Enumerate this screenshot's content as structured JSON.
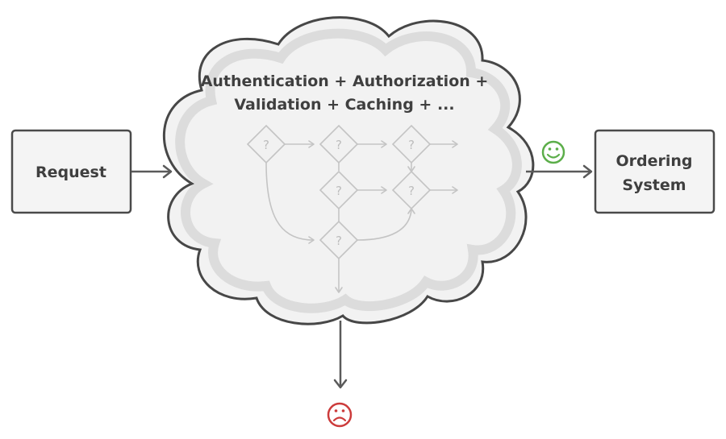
{
  "request_box": {
    "label": "Request"
  },
  "ordering_box": {
    "label_lines": [
      "Ordering",
      "System"
    ]
  },
  "cloud": {
    "title_lines": [
      "Authentication + Authorization +",
      "Validation + Caching + ..."
    ]
  },
  "decision_symbol": "?",
  "success_indicator": {
    "icon": "smiley-face-icon",
    "color": "#5cae4a"
  },
  "failure_indicator": {
    "icon": "sad-face-icon",
    "color": "#cc3b3b"
  }
}
